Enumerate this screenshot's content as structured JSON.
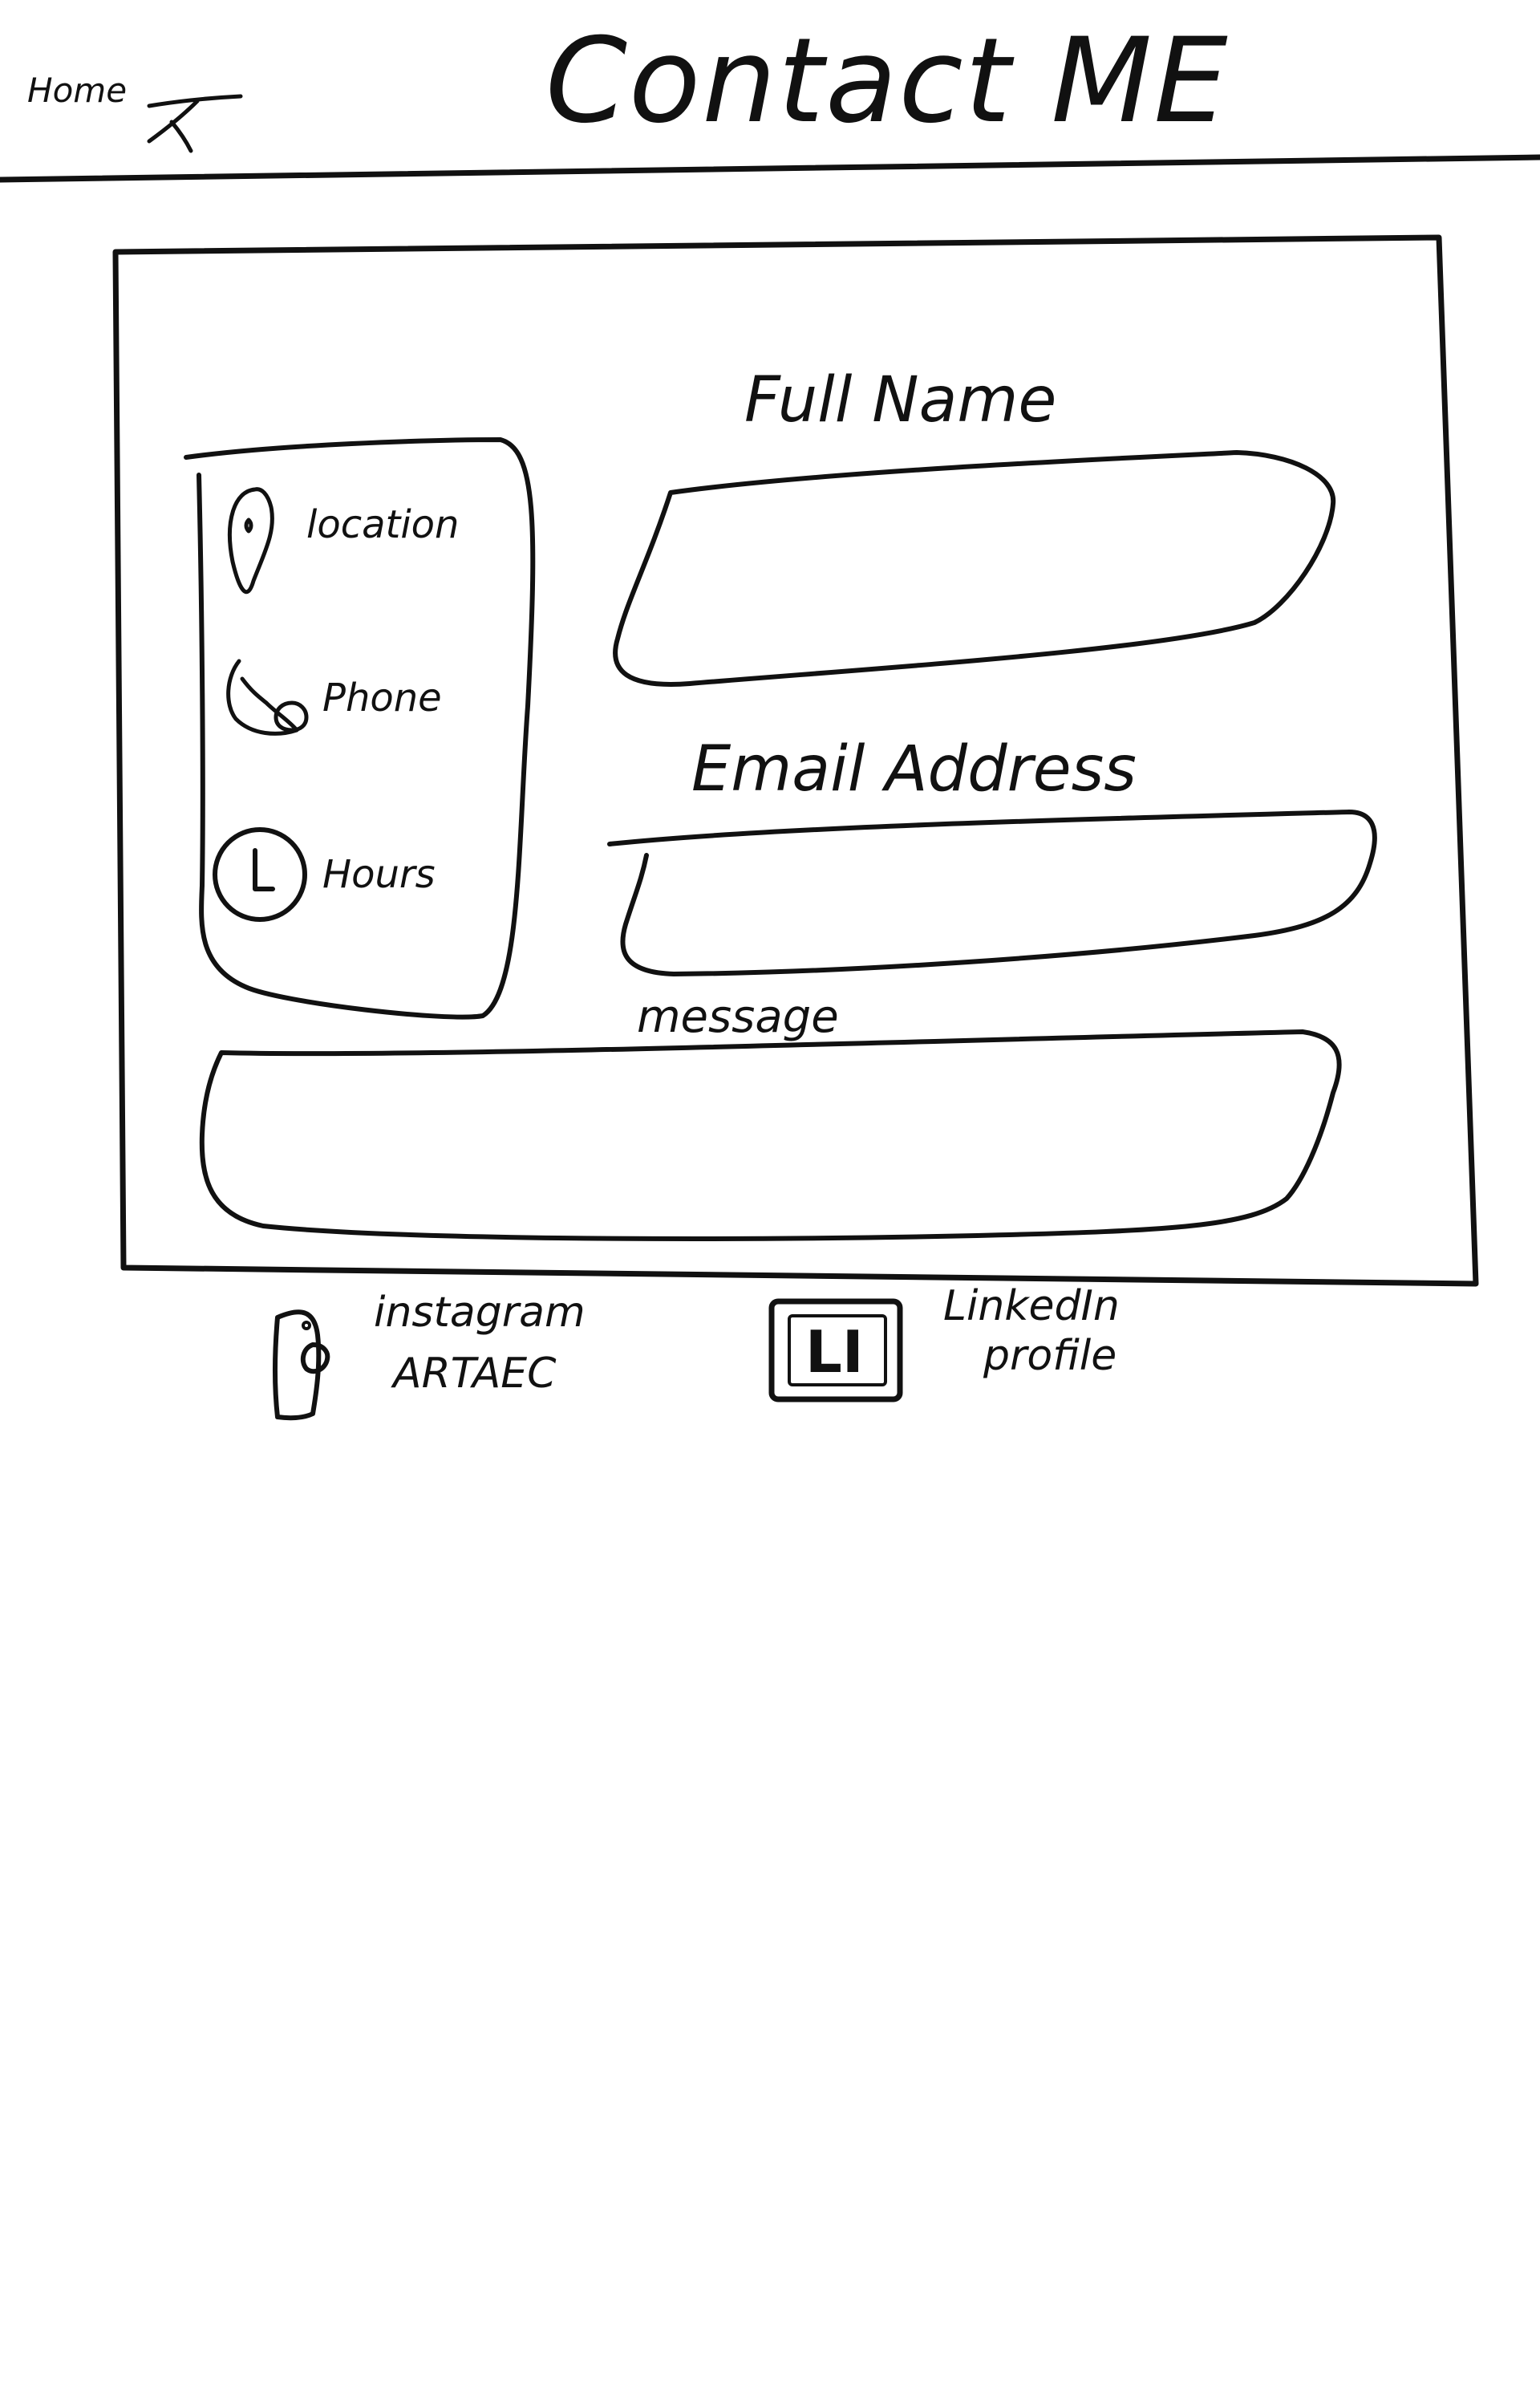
{
  "header": {
    "home_link": "Home",
    "title": "Contact ME"
  },
  "contact_info": {
    "location": "location",
    "phone": "Phone",
    "hours": "Hours"
  },
  "form": {
    "full_name_label": "Full Name",
    "email_label": "Email Address",
    "message_label": "message",
    "full_name_value": "",
    "email_value": "",
    "message_value": ""
  },
  "social": {
    "instagram_line1": "instagram",
    "instagram_line2": "ARTAEC",
    "linkedin_icon_text": "LI",
    "linkedin_line1": "LinkedIn",
    "linkedin_line2": "profile"
  },
  "icons": {
    "home_arrow": "arrow-icon",
    "location": "location-pin-icon",
    "phone": "phone-icon",
    "hours": "clock-icon",
    "instagram": "instagram-icon",
    "linkedin": "linkedin-icon"
  },
  "colors": {
    "ink": "#111111",
    "paper": "#ffffff"
  }
}
